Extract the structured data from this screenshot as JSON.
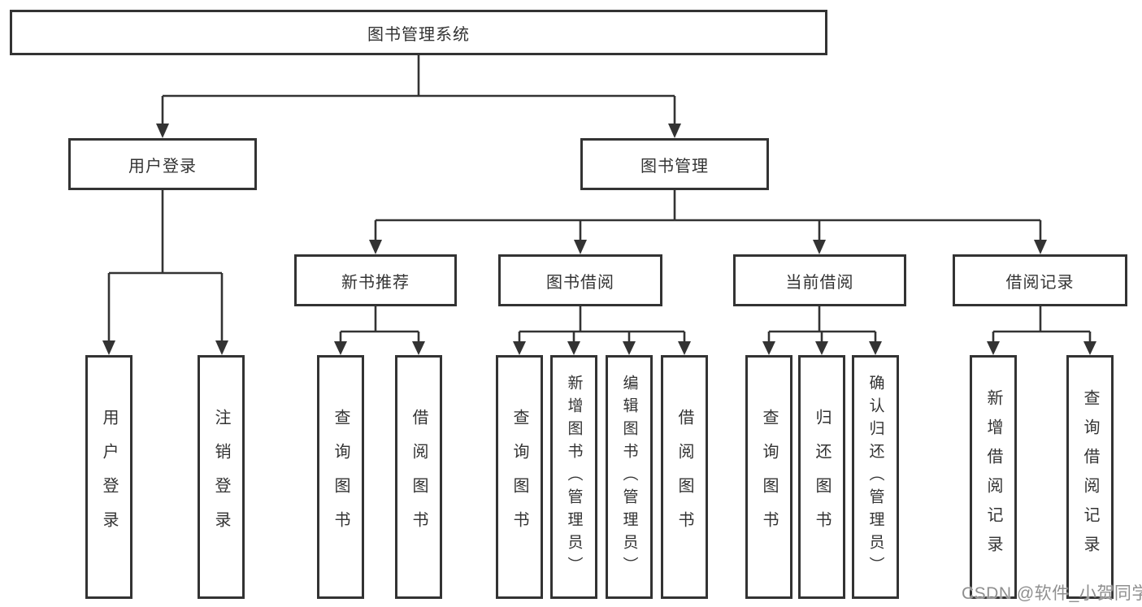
{
  "diagram": {
    "title": "图书管理系统",
    "level2": [
      {
        "label": "用户登录"
      },
      {
        "label": "图书管理"
      }
    ],
    "level3": [
      {
        "label": "新书推荐"
      },
      {
        "label": "图书借阅"
      },
      {
        "label": "当前借阅"
      },
      {
        "label": "借阅记录"
      }
    ],
    "leaves": {
      "user_login": [
        "用户登录",
        "注销登录"
      ],
      "new_books": [
        "查询图书",
        "借阅图书"
      ],
      "book_borrow": [
        "查询图书",
        "新增图书（管理员）",
        "编辑图书（管理员）",
        "借阅图书"
      ],
      "current_borrow": [
        "查询图书",
        "归还图书",
        "确认归还（管理员）"
      ],
      "borrow_records": [
        "新增借阅记录",
        "查询借阅记录"
      ]
    }
  },
  "watermark": {
    "text": "CSDN @软件_小贺同学"
  },
  "colors": {
    "line": "#333333",
    "text": "#333333",
    "box_border": "#333333",
    "background": "#ffffff",
    "watermark": "#8f8f8f"
  }
}
